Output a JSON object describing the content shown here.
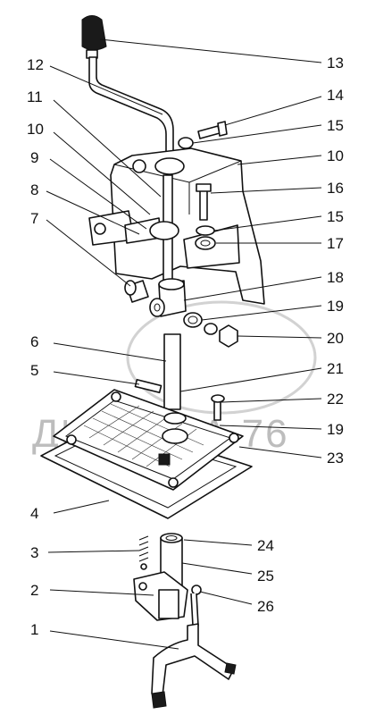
{
  "watermark": "ДИЛАНКА 76",
  "callouts": [
    {
      "id": "c1",
      "num": "1"
    },
    {
      "id": "c2",
      "num": "2"
    },
    {
      "id": "c3",
      "num": "3"
    },
    {
      "id": "c4",
      "num": "4"
    },
    {
      "id": "c5",
      "num": "5"
    },
    {
      "id": "c6",
      "num": "6"
    },
    {
      "id": "c7",
      "num": "7"
    },
    {
      "id": "c8",
      "num": "8"
    },
    {
      "id": "c9",
      "num": "9"
    },
    {
      "id": "c10a",
      "num": "10"
    },
    {
      "id": "c11",
      "num": "11"
    },
    {
      "id": "c12",
      "num": "12"
    },
    {
      "id": "c13",
      "num": "13"
    },
    {
      "id": "c14",
      "num": "14"
    },
    {
      "id": "c15a",
      "num": "15"
    },
    {
      "id": "c10b",
      "num": "10"
    },
    {
      "id": "c16",
      "num": "16"
    },
    {
      "id": "c15b",
      "num": "15"
    },
    {
      "id": "c17",
      "num": "17"
    },
    {
      "id": "c18",
      "num": "18"
    },
    {
      "id": "c19a",
      "num": "19"
    },
    {
      "id": "c20",
      "num": "20"
    },
    {
      "id": "c21",
      "num": "21"
    },
    {
      "id": "c22",
      "num": "22"
    },
    {
      "id": "c19b",
      "num": "19"
    },
    {
      "id": "c23",
      "num": "23"
    },
    {
      "id": "c24",
      "num": "24"
    },
    {
      "id": "c25",
      "num": "25"
    },
    {
      "id": "c26",
      "num": "26"
    }
  ]
}
